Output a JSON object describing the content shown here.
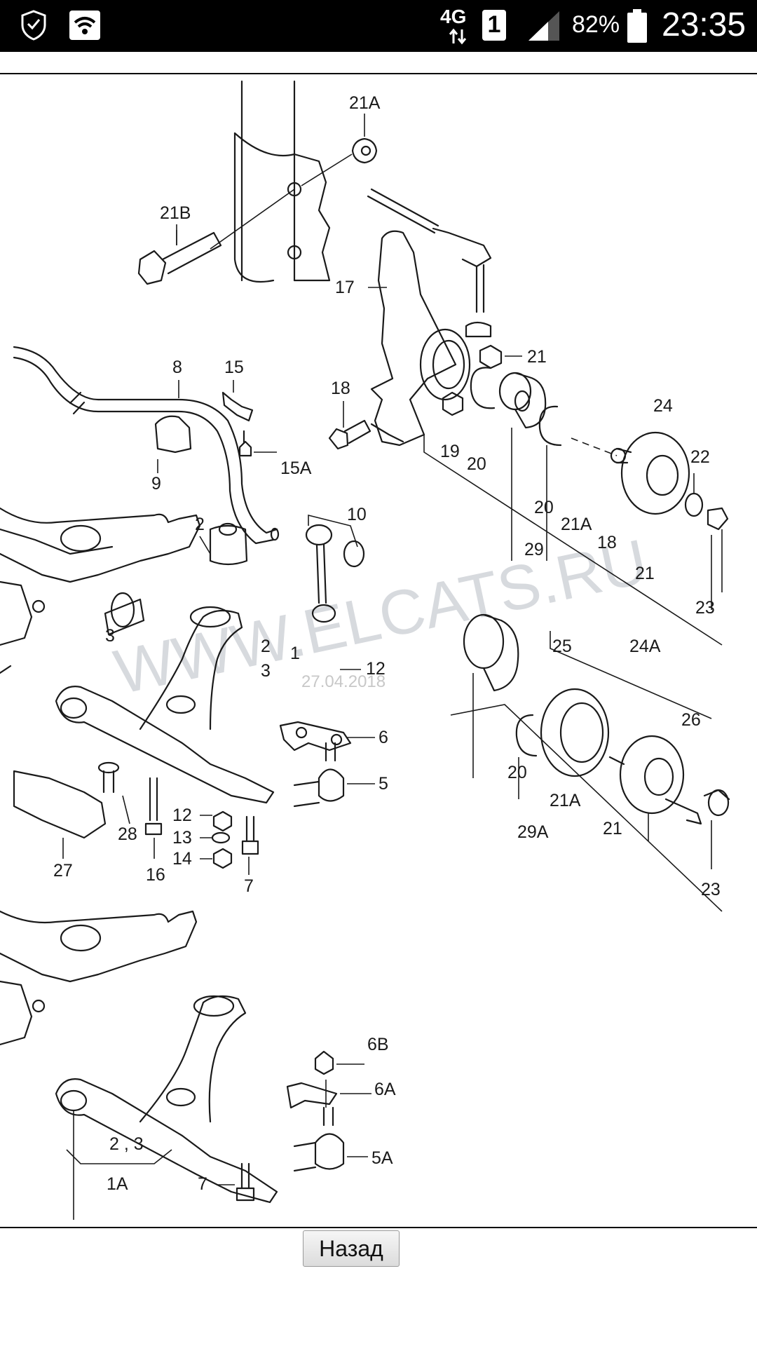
{
  "status_bar": {
    "network_type": "4G",
    "sim_slot": "1",
    "battery_percent": "82%",
    "time": "23:35",
    "icons": [
      "shield-notification-icon",
      "wifi-icon",
      "data-arrows-icon",
      "signal-icon",
      "battery-icon"
    ]
  },
  "diagram": {
    "watermark": "WWW.ELCATS.RU",
    "watermark_date": "27.04.2018",
    "callouts": [
      "21A",
      "21B",
      "17",
      "21",
      "18",
      "8",
      "15",
      "15A",
      "9",
      "19",
      "20",
      "24",
      "22",
      "20",
      "21A",
      "18",
      "29",
      "21",
      "23",
      "10",
      "2",
      "3",
      "2",
      "3",
      "1",
      "12",
      "25",
      "24A",
      "26",
      "20",
      "21A",
      "21",
      "29A",
      "23",
      "6",
      "5",
      "28",
      "12",
      "13",
      "14",
      "16",
      "7",
      "27",
      "6B",
      "6A",
      "5A",
      "2 , 3",
      "1A",
      "7"
    ]
  },
  "footer": {
    "back_label": "Назад"
  },
  "colors": {
    "status_bar_bg": "#000000",
    "line": "#1a1a1a",
    "watermark": "#b8bcc4"
  }
}
